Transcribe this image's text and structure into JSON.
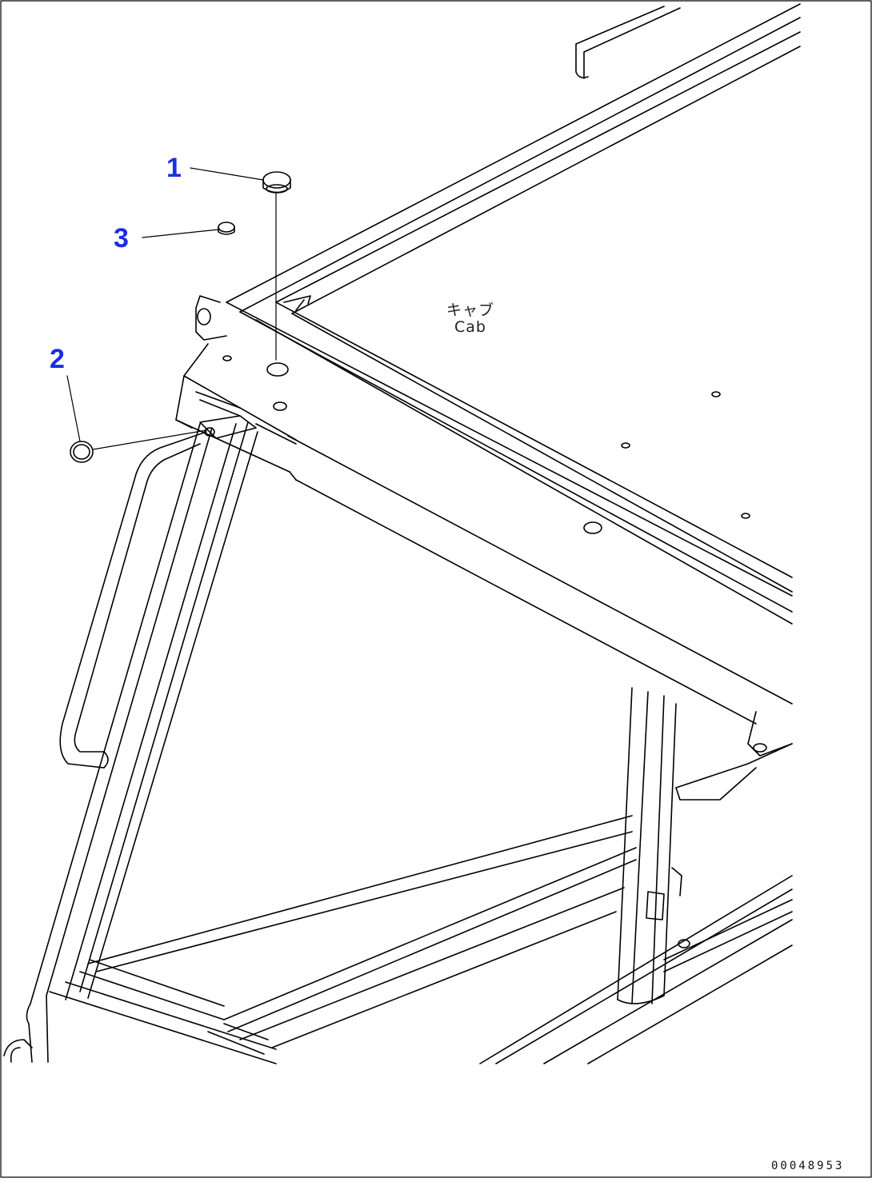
{
  "callouts": [
    {
      "id": "1"
    },
    {
      "id": "2"
    },
    {
      "id": "3"
    }
  ],
  "cab_label": {
    "jp": "キャブ",
    "en": "Cab"
  },
  "document_id": "00048953",
  "colors": {
    "callout": "#1a2ee6",
    "line": "#000000",
    "background": "#ffffff"
  }
}
